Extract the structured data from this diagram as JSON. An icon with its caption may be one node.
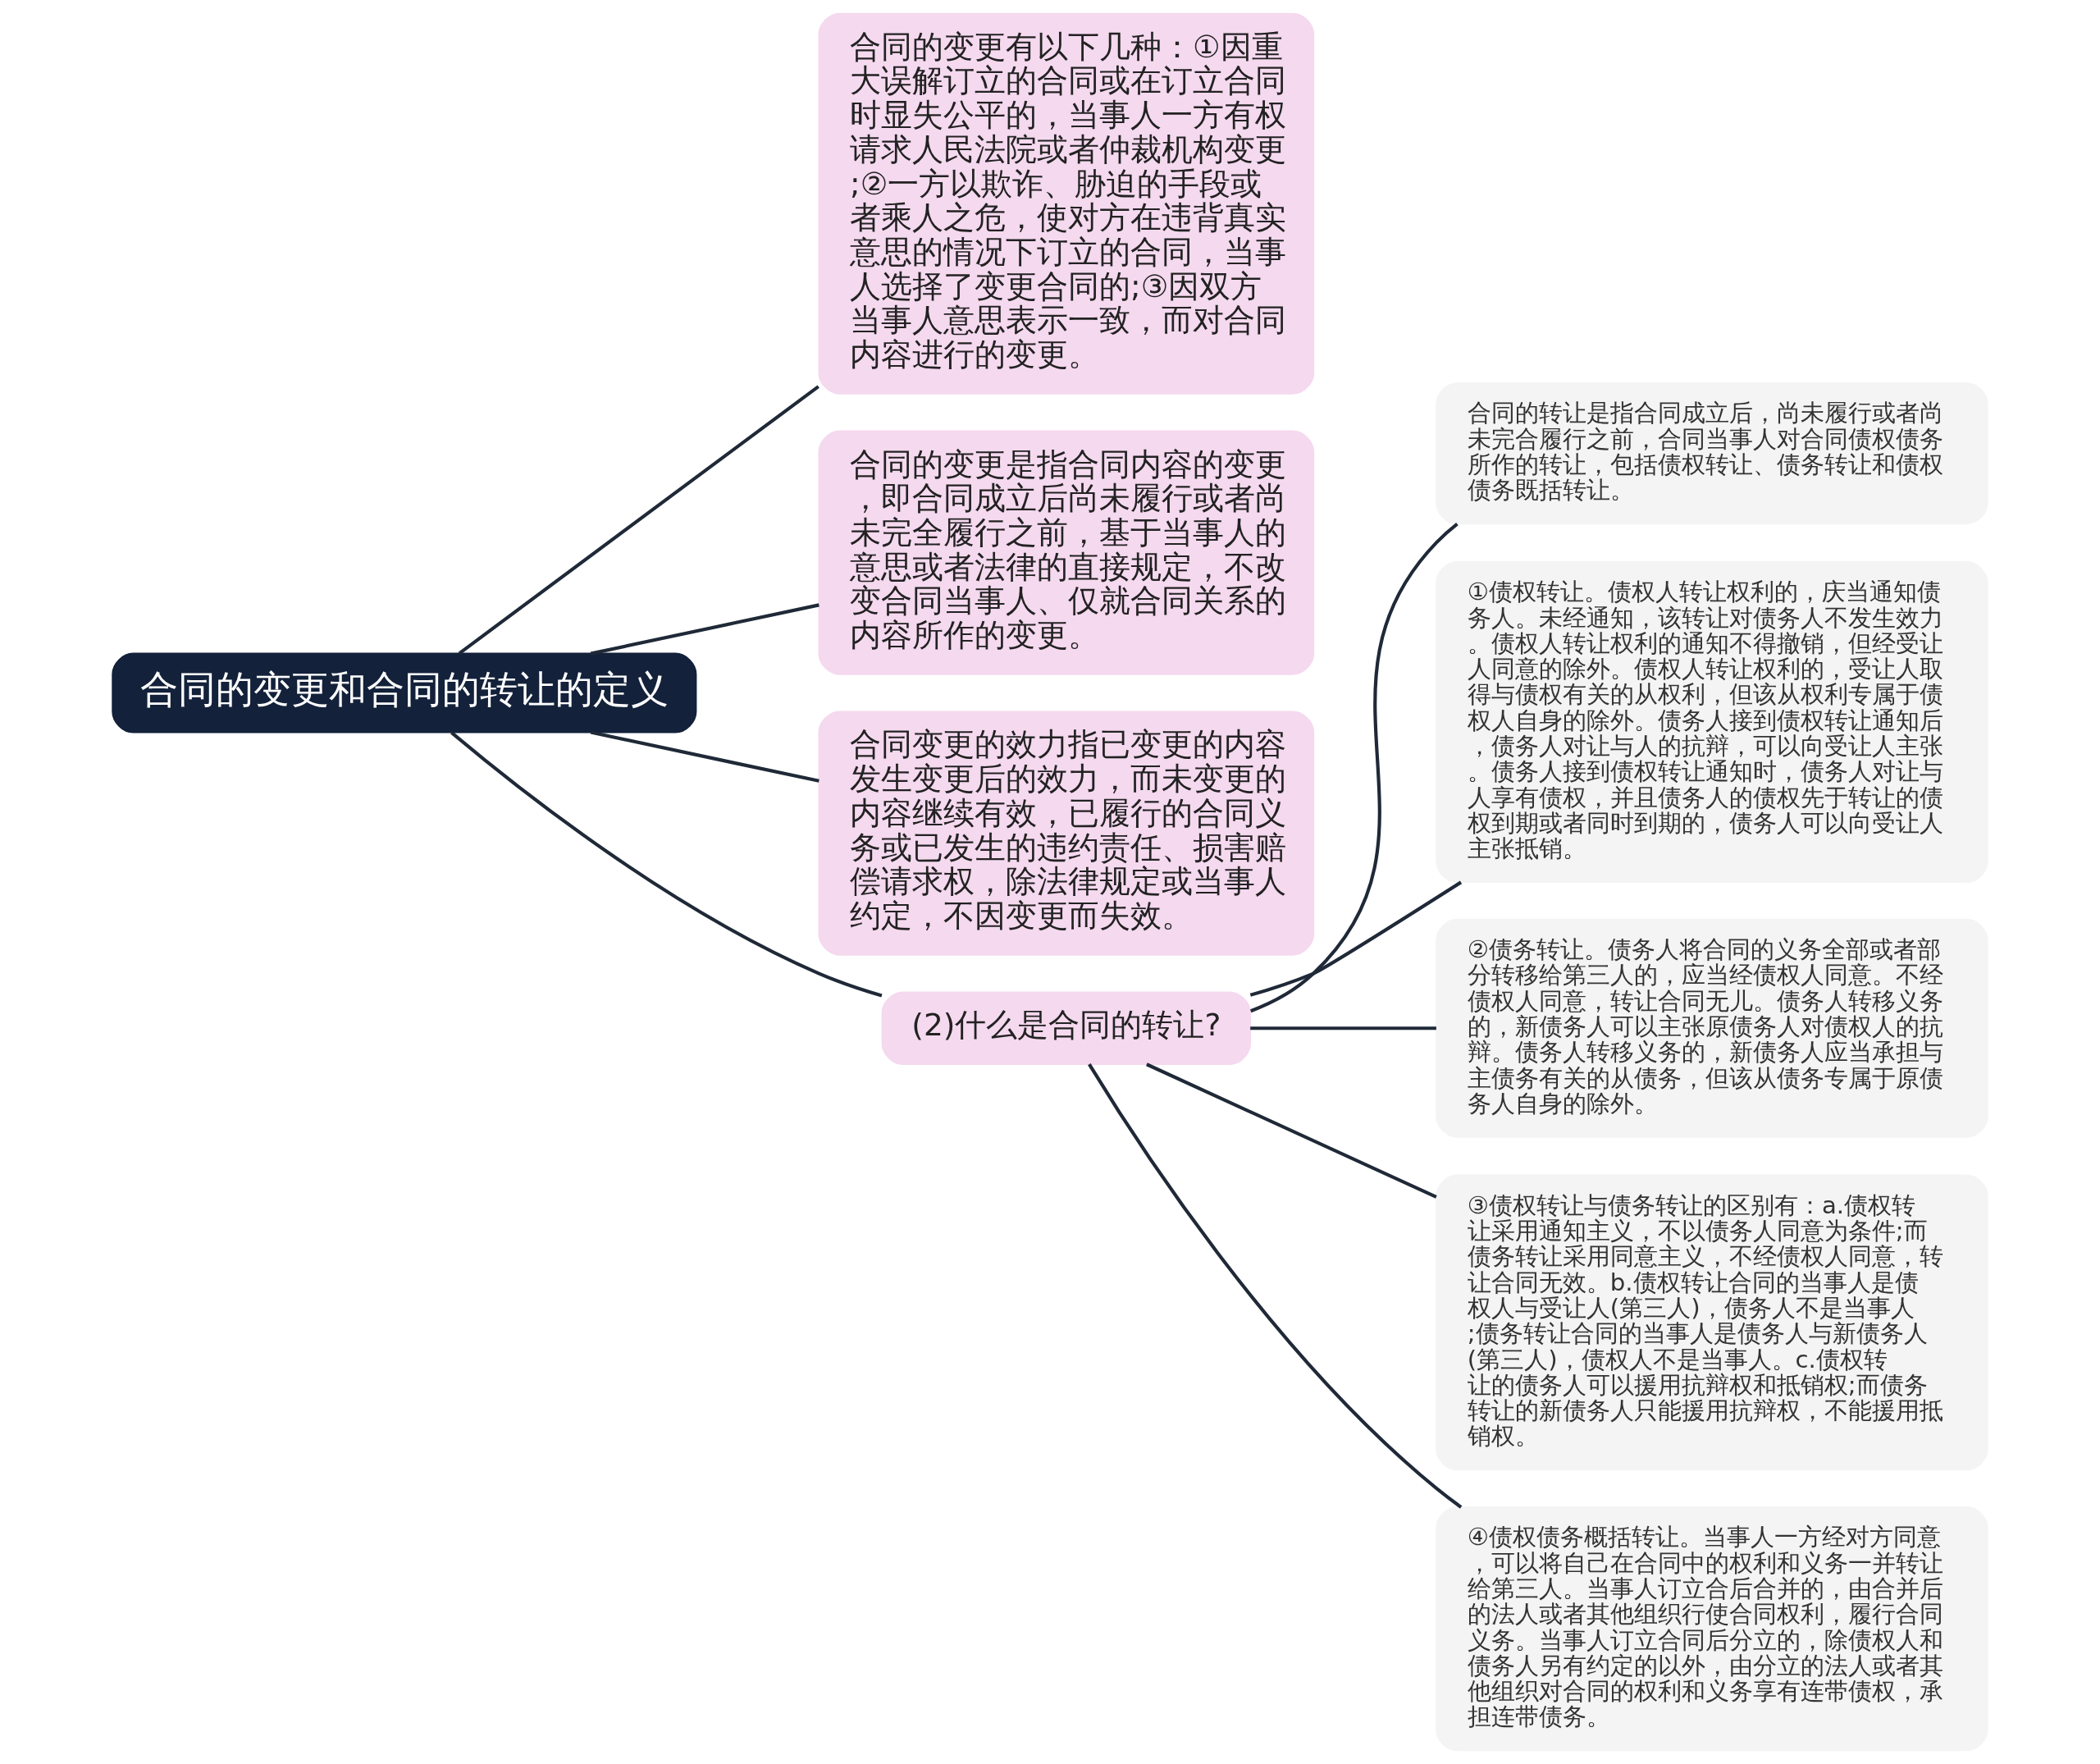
{
  "diagram": {
    "nodes": [
      {
        "text": [
          "合同的变更和合同的转让的定义"
        ]
      },
      {
        "text": [
          "合同的变更有以下几种：①因重大误解订立的合同或在订立合同时显失公平的，当事人一方有权请求人民法院或者仲裁机构变更;②一方以欺诈、胁迫的手段或者乘人之危，使对方在违背真实意思的情况下订立的合同，当事人选择了变更合同的;③因双方当事人意思表示一致，而对合同内容进行的变更。"
        ]
      },
      {
        "text": [
          "合同的变更是指合同内容的变更，即合同成立后尚未履行或者尚未完全履行之前，基于当事人的意思或者法律的直接规定，不改变合同当事人、仅就合同关系的内容所作的变更。"
        ]
      },
      {
        "text": [
          "合同变更的效力指已变更的内容发生变更后的效力，而未变更的内容继续有效，已履行的合同义务或已发生的违约责任、损害赔偿请求权，除法律规定或当事人约定，不因变更而失效。"
        ]
      },
      {
        "text": [
          "(2)什么是合同的转让?"
        ]
      },
      {
        "text": [
          "合同的转让是指合同成立后，尚未履行或者尚未完合履行之前，合同当事人对合同债权债务所作的转让，包括债权转让、债务转让和债权债务既括转让。"
        ]
      },
      {
        "text": [
          "①债权转让。债权人转让权利的，庆当通知债务人。未经通知，该转让对债务人不发生效力。债权人转让权利的通知不得撤销，但经受让人同意的除外。债权人转让权利的，受让人取得与债权有关的从权利，但该从权利专属于债权人自身的除外。债务人接到债权转让通知后，债务人对让与人的抗辩，可以向受让人主张。债务人接到债权转让通知时，债务人对让与人享有债权，并且债务人的债权先于转让的债权到期或者同时到期的，债务人可以向受让人主张抵销。"
        ]
      },
      {
        "text": [
          "②债务转让。债务人将合同的义务全部或者部分转移给第三人的，应当经债权人同意。不经债权人同意，转让合同无儿。债务人转移义务的，新债务人可以主张原债务人对债权人的抗辩。债务人转移义务的，新债务人应当承担与主债务有关的从债务，但该从债务专属于原债务人自身的除外。"
        ]
      },
      {
        "text": [
          "③债权转让与债务转让的区别有：a.债权转让采用通知主义，不以债务人同意为条件;而债务转让采用同意主义，不经债权人同意，转让合同无效。b.债权转让合同的当事人是债权人与受让人(第三人)，债务人不是当事人;债务转让合同的当事人是债务人与新债务人(第三人)，债权人不是当事人。c.债权转让的债务人可以援用抗辩权和抵销权;而债务转让的新债务人只能援用抗辩权，不能援用抵销权。"
        ]
      },
      {
        "text": [
          "④债权债务概括转让。当事人一方经对方同意，可以将自己在合同中的权利和义务一并转让给第三人。当事人订立合后合并的，由合并后的法人或者其他组织行使合同权利，履行合同义务。当事人订立合同后分立的，除债权人和债务人另有约定的以外，由分立的法人或者其他组织对合同的权利和义务享有连带债权，承担连带债务。"
        ]
      }
    ],
    "edges": [
      {
        "from": 0,
        "to": 1,
        "arrow": "none"
      },
      {
        "from": 0,
        "to": 2,
        "arrow": "none"
      },
      {
        "from": 0,
        "to": 3,
        "arrow": "none"
      },
      {
        "from": 0,
        "to": 4,
        "arrow": "none"
      },
      {
        "from": 4,
        "to": 5,
        "arrow": "none"
      },
      {
        "from": 4,
        "to": 6,
        "arrow": "none"
      },
      {
        "from": 4,
        "to": 7,
        "arrow": "none"
      },
      {
        "from": 4,
        "to": 8,
        "arrow": "none"
      },
      {
        "from": 4,
        "to": 9,
        "arrow": "none"
      }
    ]
  }
}
